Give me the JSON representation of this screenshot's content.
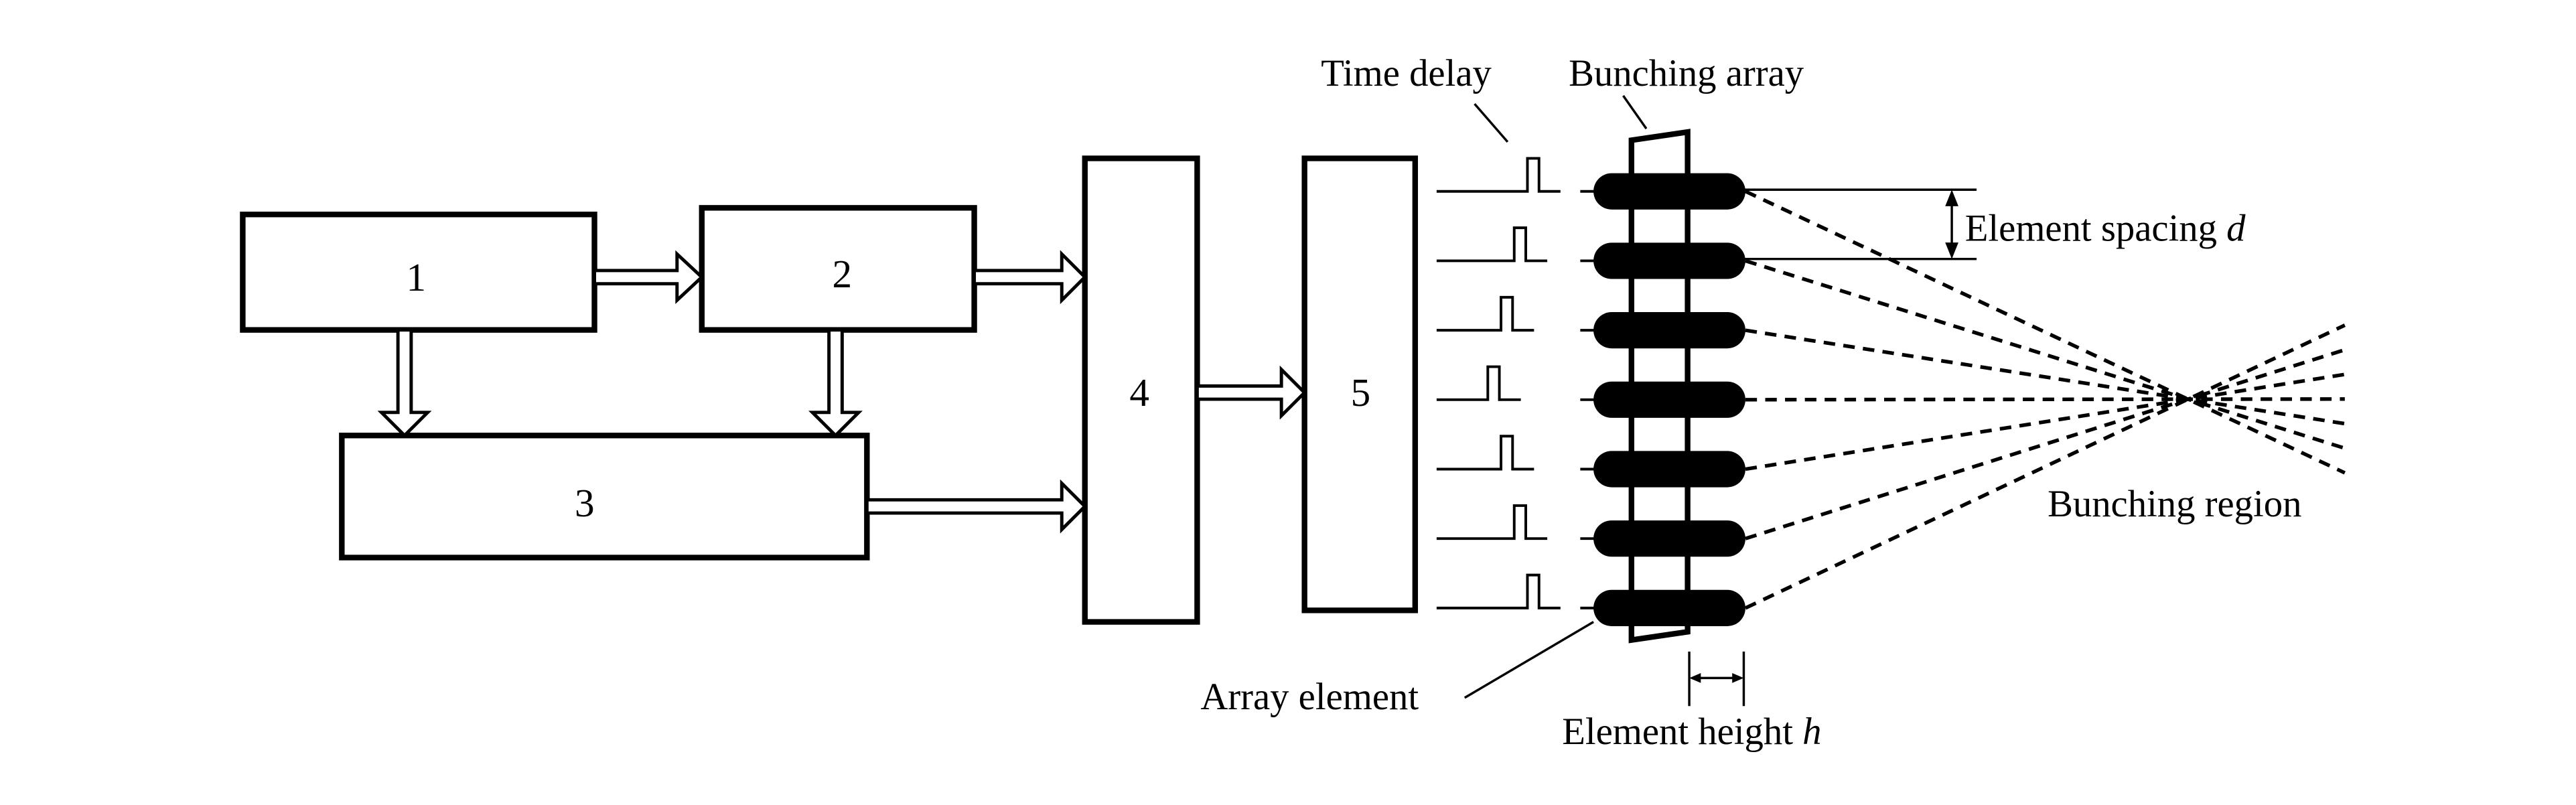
{
  "diagram": {
    "blocks": [
      {
        "id": "1",
        "label": "1"
      },
      {
        "id": "2",
        "label": "2"
      },
      {
        "id": "3",
        "label": "3"
      },
      {
        "id": "4",
        "label": "4"
      },
      {
        "id": "5",
        "label": "5"
      }
    ],
    "connections": [
      {
        "from": "1",
        "to": "2"
      },
      {
        "from": "1",
        "to": "3"
      },
      {
        "from": "2",
        "to": "3"
      },
      {
        "from": "2",
        "to": "4"
      },
      {
        "from": "3",
        "to": "4"
      },
      {
        "from": "4",
        "to": "5"
      }
    ],
    "labels": {
      "time_delay": "Time delay",
      "bunching_array": "Bunching array",
      "element_spacing": "Element spacing ",
      "element_spacing_symbol": "d",
      "bunching_region": "Bunching region",
      "array_element": "Array element",
      "element_height": "Element height ",
      "element_height_symbol": "h"
    },
    "array": {
      "element_count": 7,
      "pulse_delays_relative": [
        4,
        3,
        2,
        1,
        2,
        3,
        4
      ]
    },
    "colors": {
      "stroke": "#000000",
      "background": "#ffffff"
    }
  }
}
